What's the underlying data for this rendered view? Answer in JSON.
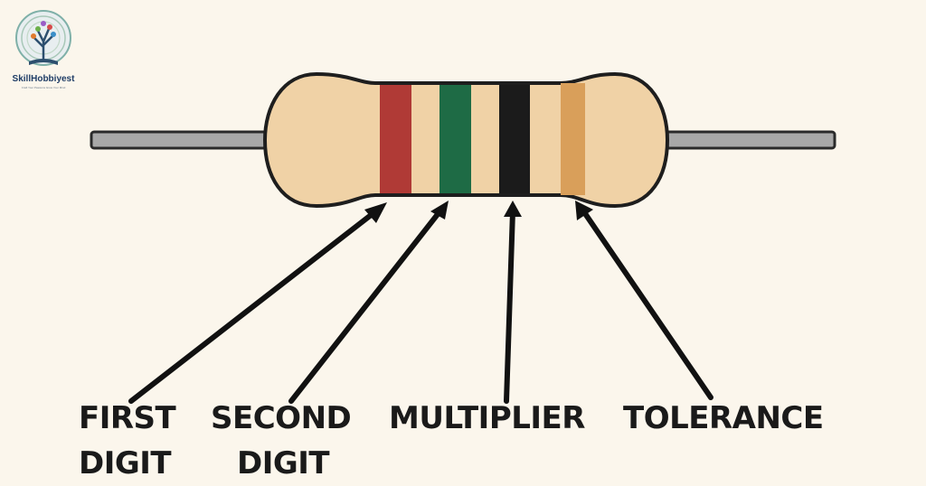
{
  "logo": {
    "name": "SkillHobbiyest",
    "tagline": "Craft Your Passions Grow Your Mind"
  },
  "colors": {
    "background": "#fbf6ec",
    "resistor_body": "#f0d2a6",
    "lead_wire": "#a8a8a8",
    "band_first_digit": "#b03a36",
    "band_second_digit": "#1e6b45",
    "band_multiplier": "#1b1b1b",
    "band_tolerance": "#d99f5a",
    "arrow": "#111111"
  },
  "labels": {
    "first_digit_line1": "FIRST",
    "first_digit_line2": "DIGIT",
    "second_digit_line1": "SECOND",
    "second_digit_line2": "DIGIT",
    "multiplier": "MULTIPLIER",
    "tolerance": "TOLERANCE"
  }
}
